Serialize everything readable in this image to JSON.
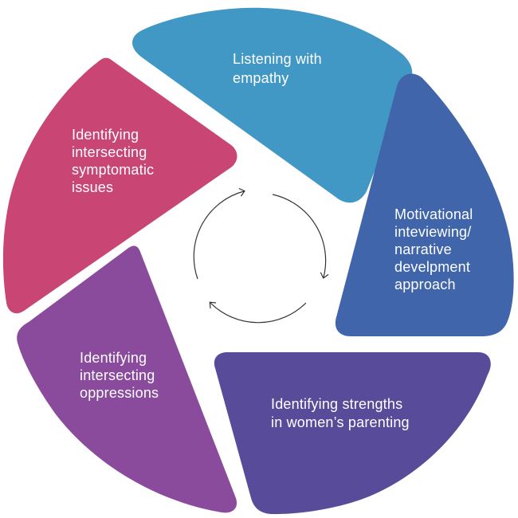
{
  "segments": [
    {
      "id": "listening-with-empathy",
      "color": "#4198c4",
      "label_lines": [
        "Listening with",
        "empathy"
      ]
    },
    {
      "id": "motivational-interviewing",
      "color": "#4065aa",
      "label_lines": [
        "Motivational",
        "inteviewing/",
        "narrative",
        "develpment",
        "approach"
      ]
    },
    {
      "id": "identifying-strengths",
      "color": "#584b9a",
      "label_lines": [
        "Identifying strengths",
        "in women’s parenting"
      ]
    },
    {
      "id": "identifying-intersecting-oppressions",
      "color": "#8a4b9c",
      "label_lines": [
        "Identifying",
        "intersecting",
        "oppressions"
      ]
    },
    {
      "id": "identifying-intersecting-symptomatic-issues",
      "color": "#c94574",
      "label_lines": [
        "Identifying",
        "intersecting",
        "symptomatic",
        "issues"
      ]
    }
  ],
  "cycle_icon": "circular-arrows-icon"
}
